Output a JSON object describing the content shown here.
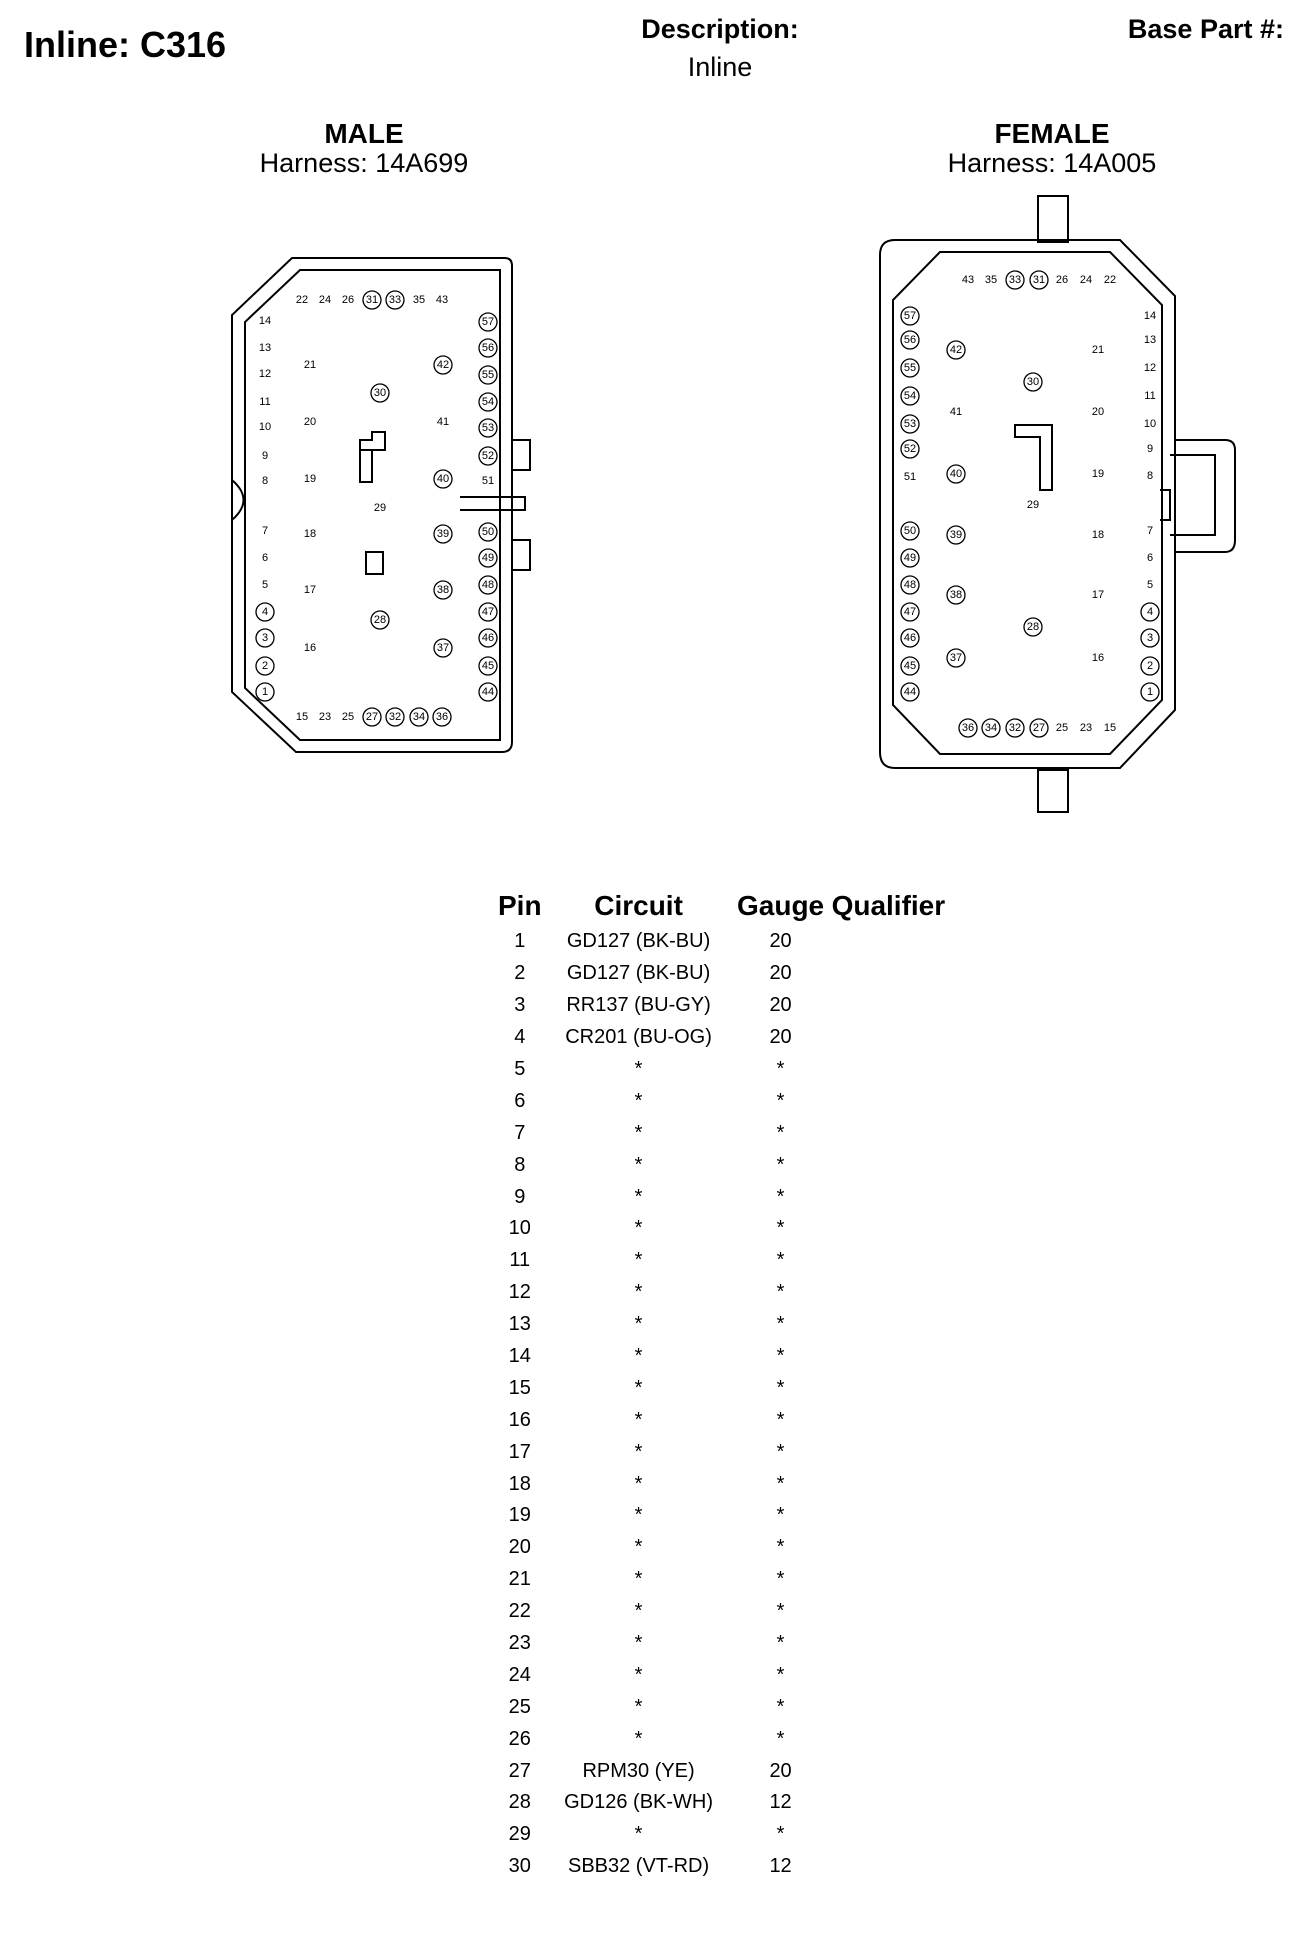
{
  "header": {
    "title": "Inline: C316",
    "description_label": "Description:",
    "description_value": "Inline",
    "base_part_label": "Base Part #:"
  },
  "male": {
    "heading": "MALE",
    "harness": "Harness: 14A699",
    "plain_pins": [
      "22",
      "24",
      "26",
      "35",
      "43",
      "14",
      "13",
      "12",
      "11",
      "10",
      "9",
      "8",
      "7",
      "6",
      "5",
      "21",
      "20",
      "19",
      "18",
      "17",
      "16",
      "41",
      "51",
      "29",
      "15",
      "23",
      "25"
    ],
    "circled_pins": [
      "31",
      "33",
      "57",
      "56",
      "55",
      "54",
      "53",
      "52",
      "42",
      "30",
      "40",
      "39",
      "38",
      "37",
      "28",
      "50",
      "49",
      "48",
      "47",
      "46",
      "45",
      "44",
      "4",
      "3",
      "2",
      "1",
      "27",
      "32",
      "34",
      "36"
    ]
  },
  "female": {
    "heading": "FEMALE",
    "harness": "Harness: 14A005",
    "plain_pins": [
      "43",
      "35",
      "26",
      "24",
      "22",
      "14",
      "13",
      "12",
      "11",
      "10",
      "9",
      "8",
      "7",
      "6",
      "5",
      "21",
      "20",
      "19",
      "18",
      "17",
      "16",
      "41",
      "51",
      "29",
      "25",
      "23",
      "15"
    ],
    "circled_pins": [
      "33",
      "31",
      "57",
      "56",
      "55",
      "54",
      "53",
      "52",
      "42",
      "30",
      "40",
      "39",
      "38",
      "37",
      "28",
      "50",
      "49",
      "48",
      "47",
      "46",
      "45",
      "44",
      "4",
      "3",
      "2",
      "1",
      "36",
      "34",
      "32",
      "27"
    ]
  },
  "table": {
    "headers": [
      "Pin",
      "Circuit",
      "Gauge",
      "Qualifier"
    ],
    "rows": [
      [
        "1",
        "GD127 (BK-BU)",
        "20",
        ""
      ],
      [
        "2",
        "GD127 (BK-BU)",
        "20",
        ""
      ],
      [
        "3",
        "RR137 (BU-GY)",
        "20",
        ""
      ],
      [
        "4",
        "CR201 (BU-OG)",
        "20",
        ""
      ],
      [
        "5",
        "*",
        "*",
        ""
      ],
      [
        "6",
        "*",
        "*",
        ""
      ],
      [
        "7",
        "*",
        "*",
        ""
      ],
      [
        "8",
        "*",
        "*",
        ""
      ],
      [
        "9",
        "*",
        "*",
        ""
      ],
      [
        "10",
        "*",
        "*",
        ""
      ],
      [
        "11",
        "*",
        "*",
        ""
      ],
      [
        "12",
        "*",
        "*",
        ""
      ],
      [
        "13",
        "*",
        "*",
        ""
      ],
      [
        "14",
        "*",
        "*",
        ""
      ],
      [
        "15",
        "*",
        "*",
        ""
      ],
      [
        "16",
        "*",
        "*",
        ""
      ],
      [
        "17",
        "*",
        "*",
        ""
      ],
      [
        "18",
        "*",
        "*",
        ""
      ],
      [
        "19",
        "*",
        "*",
        ""
      ],
      [
        "20",
        "*",
        "*",
        ""
      ],
      [
        "21",
        "*",
        "*",
        ""
      ],
      [
        "22",
        "*",
        "*",
        ""
      ],
      [
        "23",
        "*",
        "*",
        ""
      ],
      [
        "24",
        "*",
        "*",
        ""
      ],
      [
        "25",
        "*",
        "*",
        ""
      ],
      [
        "26",
        "*",
        "*",
        ""
      ],
      [
        "27",
        "RPM30 (YE)",
        "20",
        ""
      ],
      [
        "28",
        "GD126 (BK-WH)",
        "12",
        ""
      ],
      [
        "29",
        "*",
        "*",
        ""
      ],
      [
        "30",
        "SBB32 (VT-RD)",
        "12",
        ""
      ]
    ]
  }
}
